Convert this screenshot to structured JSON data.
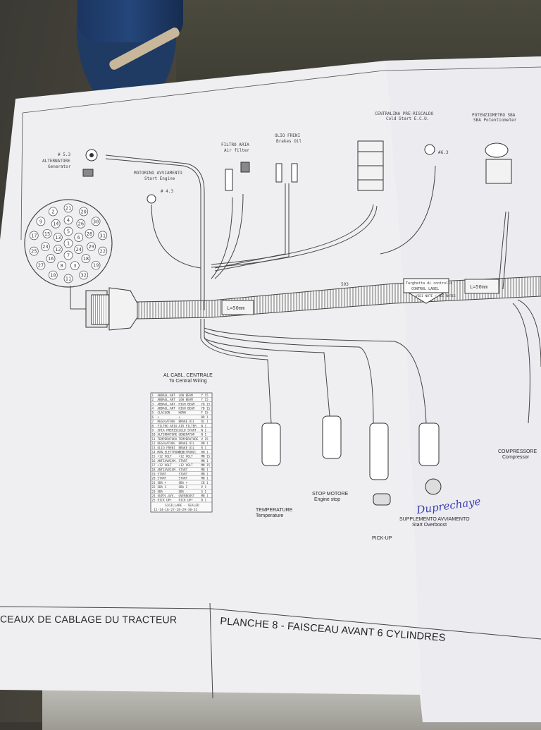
{
  "sheet": {
    "footer_left": "CEAUX DE CABLAGE DU TRACTEUR",
    "footer_right": "PLANCHE 8 - FAISCEAU AVANT 6 CYLINDRES",
    "handwritten": "Duprechaye"
  },
  "components": {
    "alternator": {
      "it": "ALTERNATORE",
      "en": "Generator",
      "ref": "# 5.3"
    },
    "start_motor": {
      "it": "MOTORINO AVVIAMENTO",
      "en": "Start Engine",
      "ref": "# 4.3"
    },
    "air_filter": {
      "it": "FILTRO ARIA",
      "en": "Air filter"
    },
    "brake_oil": {
      "it": "OLIO FRENI",
      "en": "Brakes Oil"
    },
    "preheat_unit": {
      "it": "CENTRALINA PRE-RISCALDO",
      "en": "Cold Start E.C.U."
    },
    "sba_pot": {
      "it": "POTENZIOMETRO SBA",
      "en": "SBA Potentiometer"
    },
    "central_wiring": {
      "it": "AL CABL. CENTRALE",
      "en": "To Central Wiring"
    },
    "temperature": {
      "it": "TEMPERATURE",
      "en": "Temperature"
    },
    "stop_motor": {
      "it": "STOP MOTORE",
      "en": "Engine stop"
    },
    "pickup": {
      "it": "PICK-UP"
    },
    "overboost": {
      "it": "SUPPLEMENTO AVVIAMENTO",
      "en": "Start Overboost"
    },
    "compressor": {
      "it": "COMPRESSORE",
      "en": "Compressor"
    },
    "control_label": {
      "it": "Targhetta di controllo",
      "en": "CONTROL LABEL"
    },
    "note": "VEDI NOTE / SEE NOTES",
    "length_1": "L=50mm",
    "length_2": "L=50mm",
    "dim": "593"
  },
  "pin_table": {
    "rows": [
      [
        "1",
        "ABBAGL.ANT",
        "LOW BEAM",
        "Y 15"
      ],
      [
        "2",
        "ABBAGL.ANT",
        "LOW BEAM",
        "Y 15"
      ],
      [
        "3",
        "ABBAGL.ANT",
        "HIGH BEAM",
        "YB 15"
      ],
      [
        "4",
        "ABBAGL.ANT",
        "HIGH BEAM",
        "YB 15"
      ],
      [
        "5",
        "CLACSON",
        "HORN",
        "F 15"
      ],
      [
        "6",
        "+",
        "+",
        "BR 1"
      ],
      [
        "7",
        "REGOLATORE",
        "BRAKE OIL",
        "RL 1"
      ],
      [
        "8",
        "FILTRO ARIA",
        "AIR FILTER",
        "N 1"
      ],
      [
        "9",
        "SPIA PRERISC.",
        "COLD START",
        "N 1"
      ],
      [
        "10",
        "ALTERNATORE",
        "GENERATOR",
        "N 1"
      ],
      [
        "11",
        "TEMPERATURA",
        "TEMPERATURE",
        "V 15"
      ],
      [
        "12",
        "REGOLATORE",
        "BRAKE OIL",
        "RN 1"
      ],
      [
        "13",
        "OLIO FRENI",
        "BRAKE OIL",
        "R 1"
      ],
      [
        "14",
        "MAN.ELETTRONICA",
        "ELECTRONIC",
        "RN 1"
      ],
      [
        "15",
        "+12 VOLT",
        "+12 VOLT",
        "MN 15"
      ],
      [
        "16",
        "ANTIAVVIAM.",
        "START",
        "MN 1"
      ],
      [
        "17",
        "+12 VOLT",
        "+12 VOLT",
        "MN 15"
      ],
      [
        "18",
        "ANTIAVVIAM.",
        "START",
        "MN 1"
      ],
      [
        "19",
        "START",
        "START",
        "MN 1"
      ],
      [
        "20",
        "START",
        "START",
        "MN 1"
      ],
      [
        "21",
        "SBA +",
        "SBA +",
        "CB 1"
      ],
      [
        "22",
        "SBA C",
        "SBA C",
        "V 1"
      ],
      [
        "23",
        "SBA -",
        "SBA -",
        "G 1"
      ],
      [
        "24",
        "SUPPL.AVV.",
        "OVERBOOST",
        "MN 1"
      ],
      [
        "25",
        "PICK UP+",
        "PICK UP+",
        "B 1"
      ]
    ],
    "footer_it": "SIGILLARE - SEALED",
    "footer_pins": "12-14-16-27-28-29-30-31"
  },
  "connector_pins": [
    "21",
    "20",
    "30",
    "31",
    "22",
    "19",
    "32",
    "11",
    "10",
    "27",
    "25",
    "17",
    "9",
    "2",
    "4",
    "26",
    "28",
    "29",
    "18",
    "3",
    "8",
    "16",
    "23",
    "15",
    "14",
    "5",
    "6",
    "24",
    "7",
    "12",
    "13",
    "1"
  ]
}
